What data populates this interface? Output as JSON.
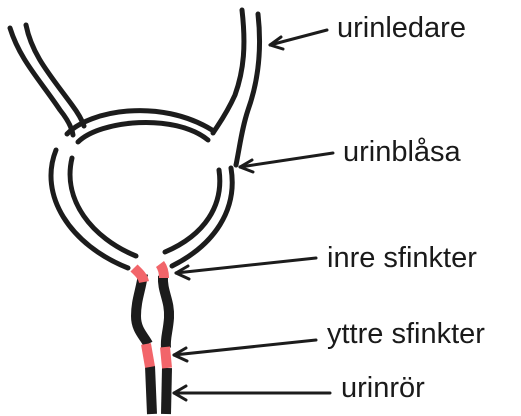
{
  "labels": {
    "ureter": "urinledare",
    "bladder": "urinblåsa",
    "internal_sphincter": "inre sfinkter",
    "external_sphincter": "yttre sfinkter",
    "urethra": "urinrör"
  },
  "colors": {
    "outline": "#1c1c1c",
    "sphincter": "#f2656a",
    "background": "#ffffff"
  }
}
